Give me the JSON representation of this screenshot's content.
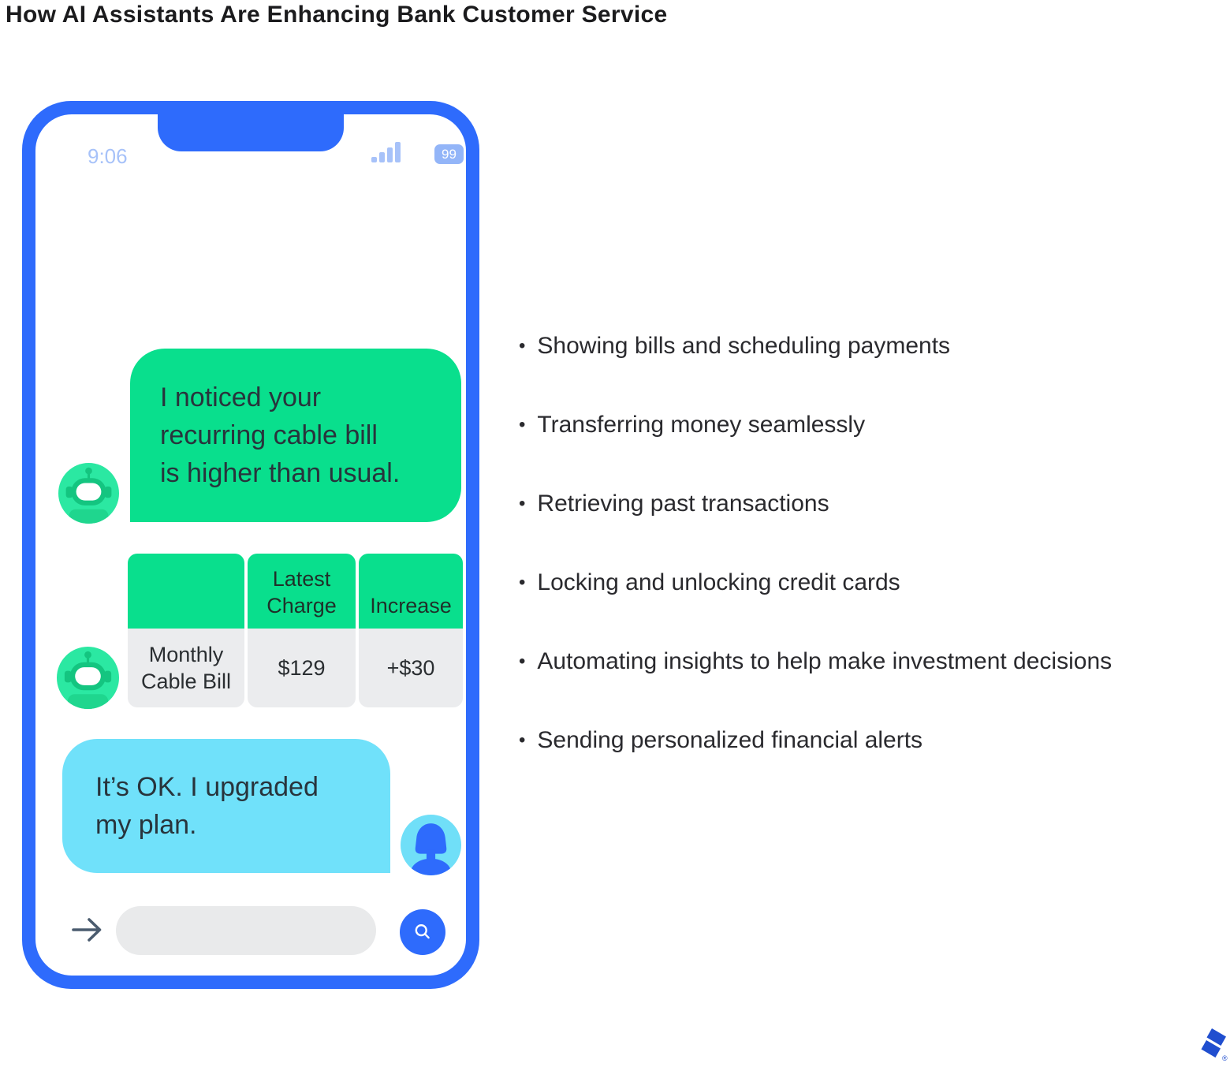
{
  "title": "How AI Assistants Are Enhancing Bank Customer Service",
  "phone": {
    "status_bar": {
      "time": "9:06",
      "battery_level": "99"
    },
    "chat": {
      "bot_message": "I noticed your\nrecurring cable bill\nis higher than usual.",
      "table": {
        "corner": "",
        "headers": [
          "Latest\nCharge",
          "Increase"
        ],
        "row": [
          "Monthly\nCable Bill",
          "$129",
          "+$30"
        ]
      },
      "user_message": "It’s OK. I upgraded\nmy plan."
    },
    "composer": {
      "value": "",
      "placeholder": ""
    }
  },
  "benefits": {
    "bullet": "•",
    "items": [
      "Showing bills and scheduling payments",
      "Transferring money seamlessly",
      "Retrieving past transactions",
      "Locking and unlocking credit cards",
      "Automating insights to help make investment decisions",
      "Sending personalized financial alerts"
    ]
  },
  "logo": {
    "trademark": "®"
  },
  "colors": {
    "phone_frame_blue": "#2E6BFC",
    "status_light_blue": "#A7C2F9",
    "bot_green": "#09DF8D",
    "bot_avatar_green": "#2BE8A2",
    "robot_dark_green": "#14C580",
    "user_cyan": "#70E1FA",
    "table_row_gray": "#EBECEE",
    "input_gray": "#E9EAEB",
    "arrow_slate": "#4A5B6E",
    "logo_blue": "#204ECF",
    "text_dark": "#2a2a2e"
  }
}
